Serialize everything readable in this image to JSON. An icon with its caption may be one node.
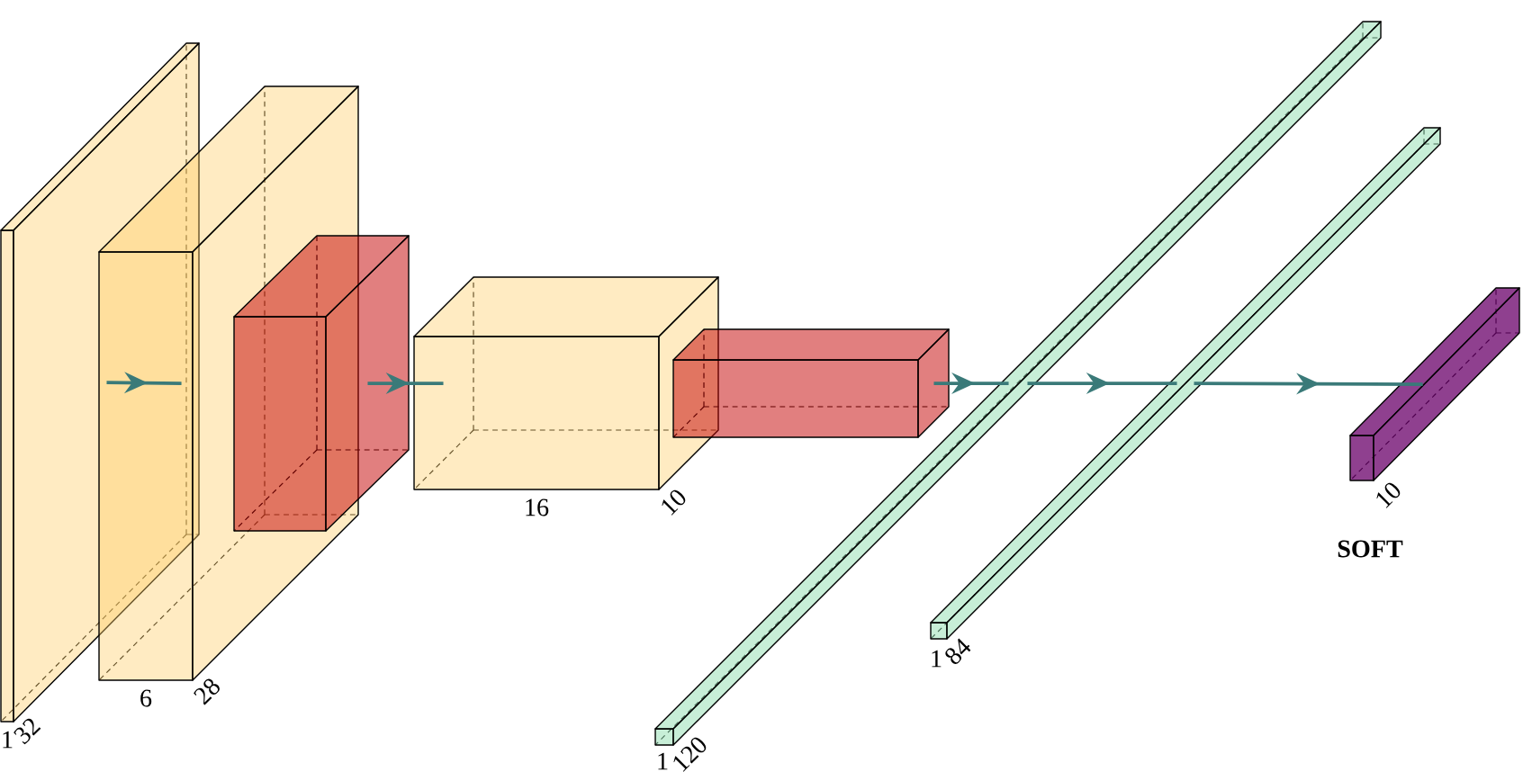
{
  "diagram": {
    "nodes": [
      {
        "text": [],
        "shape": "box",
        "beside": [
          "1",
          "32"
        ]
      },
      {
        "text": [],
        "shape": "box",
        "beside": [
          "6",
          "28"
        ]
      },
      {
        "text": [],
        "shape": "box"
      },
      {
        "text": [],
        "shape": "box",
        "beside": [
          "16",
          "10"
        ]
      },
      {
        "text": [],
        "shape": "box"
      },
      {
        "text": [],
        "shape": "box",
        "beside": [
          "1",
          "120"
        ]
      },
      {
        "text": [],
        "shape": "box",
        "beside": [
          "1",
          "84"
        ]
      },
      {
        "text": [],
        "shape": "box",
        "beside": [
          "10"
        ]
      }
    ],
    "edges": [
      {
        "from": 0,
        "to": 1,
        "arrow": "to"
      },
      {
        "from": 2,
        "to": 3,
        "arrow": "to"
      },
      {
        "from": 4,
        "to": 5,
        "arrow": "to"
      },
      {
        "from": 5,
        "to": 6,
        "arrow": "to"
      },
      {
        "from": 6,
        "to": 7,
        "arrow": "to"
      }
    ],
    "labels": [
      "SOFT"
    ]
  }
}
